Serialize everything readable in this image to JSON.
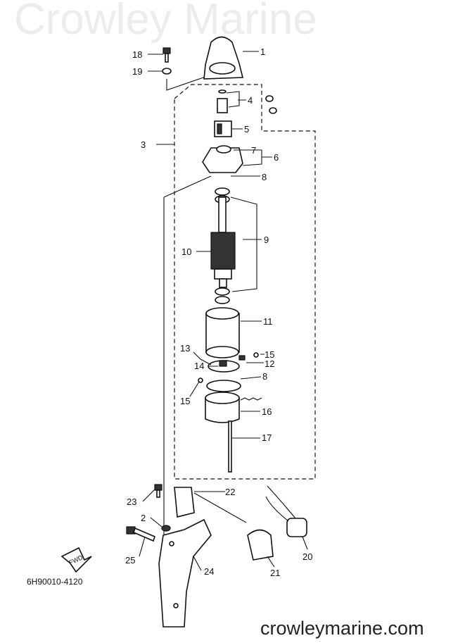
{
  "diagram": {
    "watermark": "Crowley Marine",
    "drawing_code": "6H90010-4120",
    "website": "crowleymarine.com",
    "fwd_label": "FWD",
    "callouts": [
      "18",
      "19",
      "1",
      "4",
      "5",
      "3",
      "7",
      "6",
      "8",
      "9",
      "10",
      "11",
      "15",
      "12",
      "13",
      "14",
      "15",
      "8",
      "16",
      "17",
      "22",
      "23",
      "2",
      "25",
      "24",
      "21",
      "20"
    ]
  }
}
